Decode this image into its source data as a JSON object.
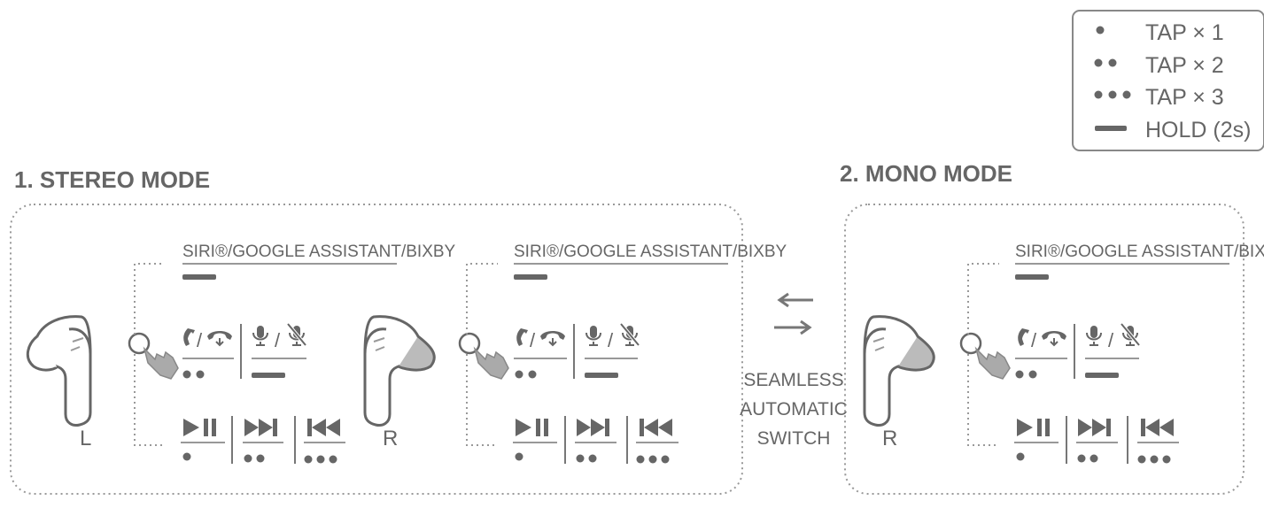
{
  "legend": {
    "items": [
      {
        "icon": "single-dot-icon",
        "label": "TAP × 1"
      },
      {
        "icon": "double-dot-icon",
        "label": "TAP × 2"
      },
      {
        "icon": "triple-dot-icon",
        "label": "TAP × 3"
      },
      {
        "icon": "hold-bar-icon",
        "label": "HOLD (2s)"
      }
    ]
  },
  "stereo": {
    "title": "1. STEREO MODE",
    "left_label": "L",
    "right_label": "R",
    "assistant_label": "SIRI®/GOOGLE ASSISTANT/BIXBY"
  },
  "mono": {
    "title": "2. MONO MODE",
    "right_label": "R",
    "assistant_label": "SIRI®/GOOGLE ASSISTANT/BIXBY"
  },
  "switch": {
    "line1": "SEAMLESS",
    "line2": "AUTOMATIC",
    "line3": "SWITCH"
  },
  "icons": [
    "phone-answer-icon",
    "phone-hangup-icon",
    "mic-icon",
    "mic-mute-icon",
    "play-pause-icon",
    "next-track-icon",
    "previous-track-icon",
    "earbud-icon",
    "hand-tap-icon"
  ],
  "colors": {
    "primary": "#666666",
    "dotted": "#999999"
  }
}
